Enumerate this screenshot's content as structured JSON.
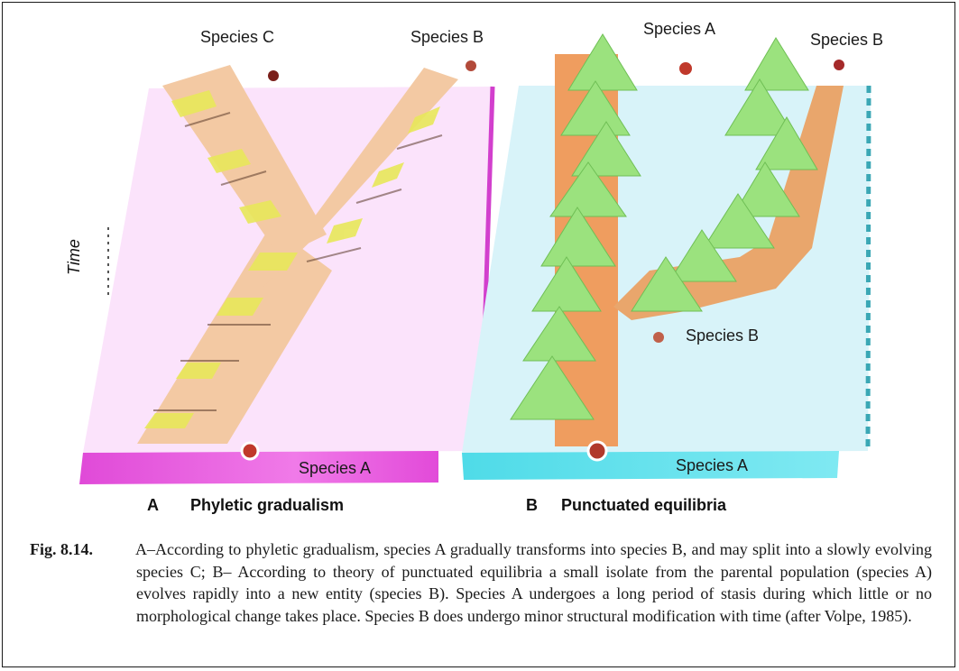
{
  "panel_a": {
    "letter": "A",
    "title": "Phyletic gradualism",
    "time_label": "Time",
    "species_top_left": "Species C",
    "species_top_right": "Species B",
    "species_bottom": "Species A",
    "colors": {
      "background": "#fbe3fb",
      "base_bar": "#ee55e6",
      "branch": "#f3c9a3",
      "branch_dark": "#d4a98a",
      "accent": "#e8e85a"
    }
  },
  "panel_b": {
    "letter": "B",
    "title": "Punctuated equilibria",
    "species_top_left": "Species A",
    "species_top_right": "Species B",
    "species_mid": "Species B",
    "species_bottom": "Species A",
    "colors": {
      "background": "#d8f3f9",
      "base_bar": "#66e6ef",
      "trunk": "#ef9d5f",
      "tree": "#9be27e"
    }
  },
  "caption": {
    "number": "Fig. 8.14.",
    "text": "A–According to phyletic gradualism, species A gradually transforms into species B, and may split into a slowly evolving species C; B– According to theory of punctuated equilibria a small isolate from the parental population (species A) evolves rapidly into a new entity (species B). Species A undergoes a long period of stasis during which little or no morphological change takes place. Species B does undergo minor structural modification with time (after Volpe, 1985)."
  }
}
